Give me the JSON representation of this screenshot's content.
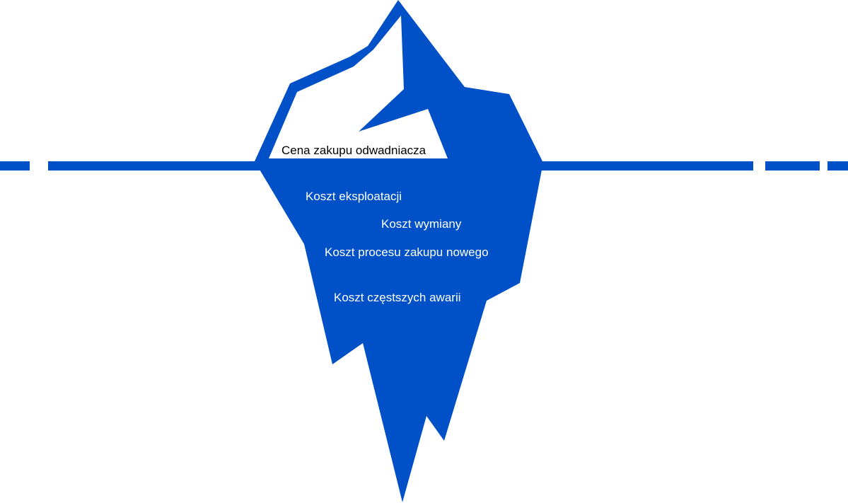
{
  "colors": {
    "iceberg": "#0050C8",
    "water_line": "#0050C8",
    "tip_interior": "#FFFFFF",
    "visible_text": "#000000",
    "hidden_text": "#FFFFFF",
    "background": "#FFFFFF"
  },
  "visible_cost": {
    "label": "Cena zakupu odwadniacza"
  },
  "hidden_costs": [
    {
      "label": "Koszt eksploatacji"
    },
    {
      "label": "Koszt wymiany"
    },
    {
      "label": "Koszt procesu zakupu nowego"
    },
    {
      "label": "Koszt częstszych awarii"
    }
  ]
}
